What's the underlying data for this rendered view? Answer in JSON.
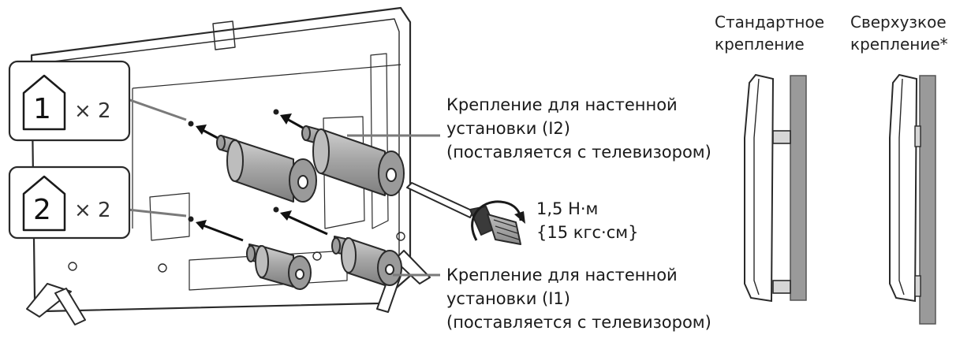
{
  "badges": [
    {
      "number": "1",
      "multiplier": "× 2"
    },
    {
      "number": "2",
      "multiplier": "× 2"
    }
  ],
  "callout_top": {
    "line1": "Крепление для настенной",
    "line2": "установки (I2)",
    "line3": "(поставляется с телевизором)"
  },
  "torque": {
    "line1": "1,5 Н·м",
    "line2": "{15 кгс·см}"
  },
  "callout_bottom": {
    "line1": "Крепление для настенной",
    "line2": "установки (I1)",
    "line3": "(поставляется с телевизором)"
  },
  "mounts": {
    "standard": {
      "line1": "Стандартное",
      "line2": "крепление"
    },
    "slim": {
      "line1": "Сверхузкое",
      "line2": "крепление*"
    }
  },
  "colors": {
    "stroke": "#2a2a2a",
    "cylinder": "#a9a9a9",
    "wall": "#9a9a9a"
  }
}
